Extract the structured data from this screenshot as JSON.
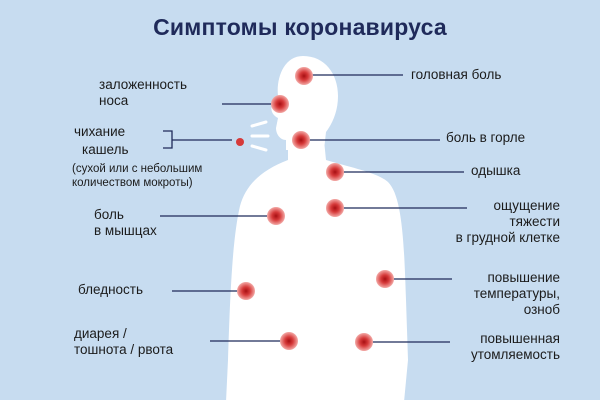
{
  "title": "Симптомы коронавируса",
  "labels": {
    "congestion": [
      "заложенность",
      "носа"
    ],
    "sneezing": [
      "чихание"
    ],
    "cough": [
      "кашель"
    ],
    "cough_note": [
      "(сухой или с небольшим",
      "количеством мокроты)"
    ],
    "muscle": [
      "боль",
      "в мышцах"
    ],
    "pallor": [
      "бледность"
    ],
    "diarrhea": [
      "диарея /",
      "тошнота / рвота"
    ],
    "headache": [
      "головная боль"
    ],
    "throat": [
      "боль в горле"
    ],
    "dyspnea": [
      "одышка"
    ],
    "chest": [
      "ощущение",
      "тяжести",
      "в грудной клетке"
    ],
    "fever": [
      "повышение",
      "температуры,",
      "озноб"
    ],
    "fatigue": [
      "повышенная",
      "утомляемость"
    ]
  },
  "colors": {
    "background": "#c7dcf0",
    "silhouette": "#ffffff",
    "title": "#1f2a5a",
    "marker": "#d63a3a",
    "line": "#1f2a5a"
  }
}
